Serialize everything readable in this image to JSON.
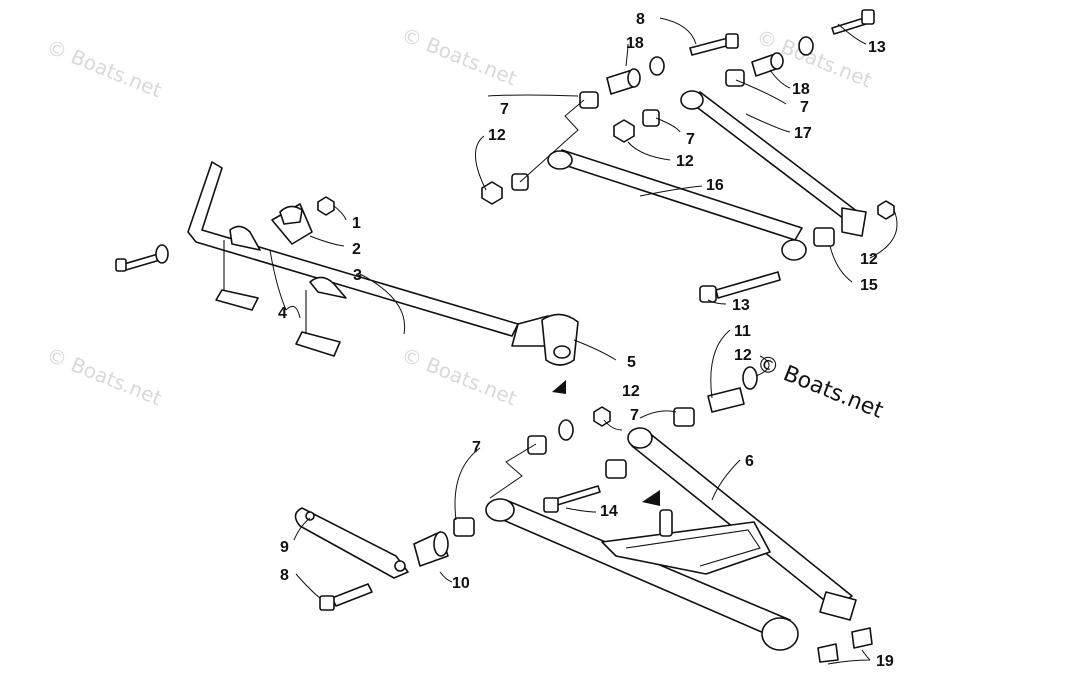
{
  "watermarks": {
    "faint": "© Boats.net",
    "overlay": "© Boats.net"
  },
  "callouts": {
    "c1": "1",
    "c2": "2",
    "c3": "3",
    "c4": "4",
    "c5": "5",
    "c6": "6",
    "c7a": "7",
    "c7b": "7",
    "c7c": "7",
    "c7d": "7",
    "c7e": "7",
    "c8a": "8",
    "c8b": "8",
    "c9": "9",
    "c10": "10",
    "c11": "11",
    "c12a": "12",
    "c12b": "12",
    "c12c": "12",
    "c12d": "12",
    "c12e": "12",
    "c13a": "13",
    "c13b": "13",
    "c14": "14",
    "c15": "15",
    "c16": "16",
    "c17": "17",
    "c18a": "18",
    "c18b": "18",
    "c19": "19"
  },
  "colors": {
    "line": "#111111",
    "watermark": "#d9d9d9",
    "background": "#ffffff"
  }
}
